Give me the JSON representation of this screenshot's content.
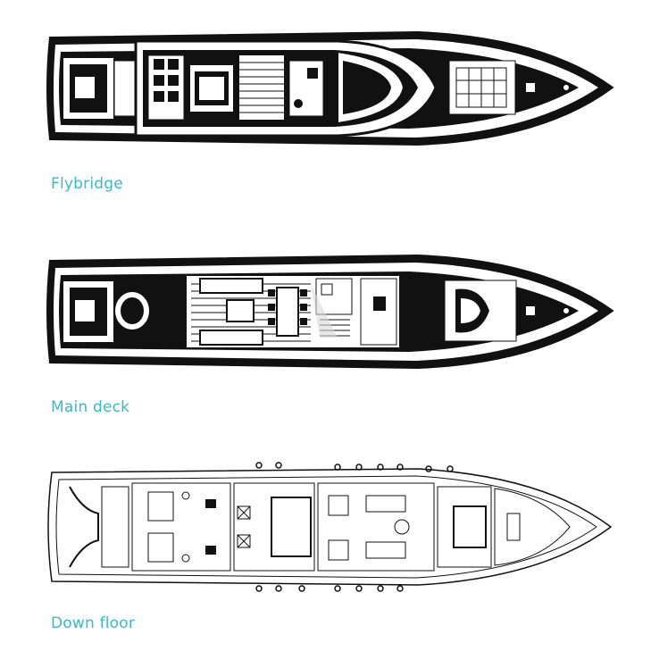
{
  "colors": {
    "accent": "#3bb8c9",
    "hull_ink": "#111111",
    "deck_light": "#ffffff",
    "watermark": "#d9d9d9"
  },
  "decks": [
    {
      "id": "flybridge",
      "label": "Flybridge",
      "drawing": "flybridge-deck-plan"
    },
    {
      "id": "main",
      "label": "Main deck",
      "drawing": "main-deck-plan"
    },
    {
      "id": "down",
      "label": "Down floor",
      "drawing": "lower-deck-plan"
    }
  ]
}
